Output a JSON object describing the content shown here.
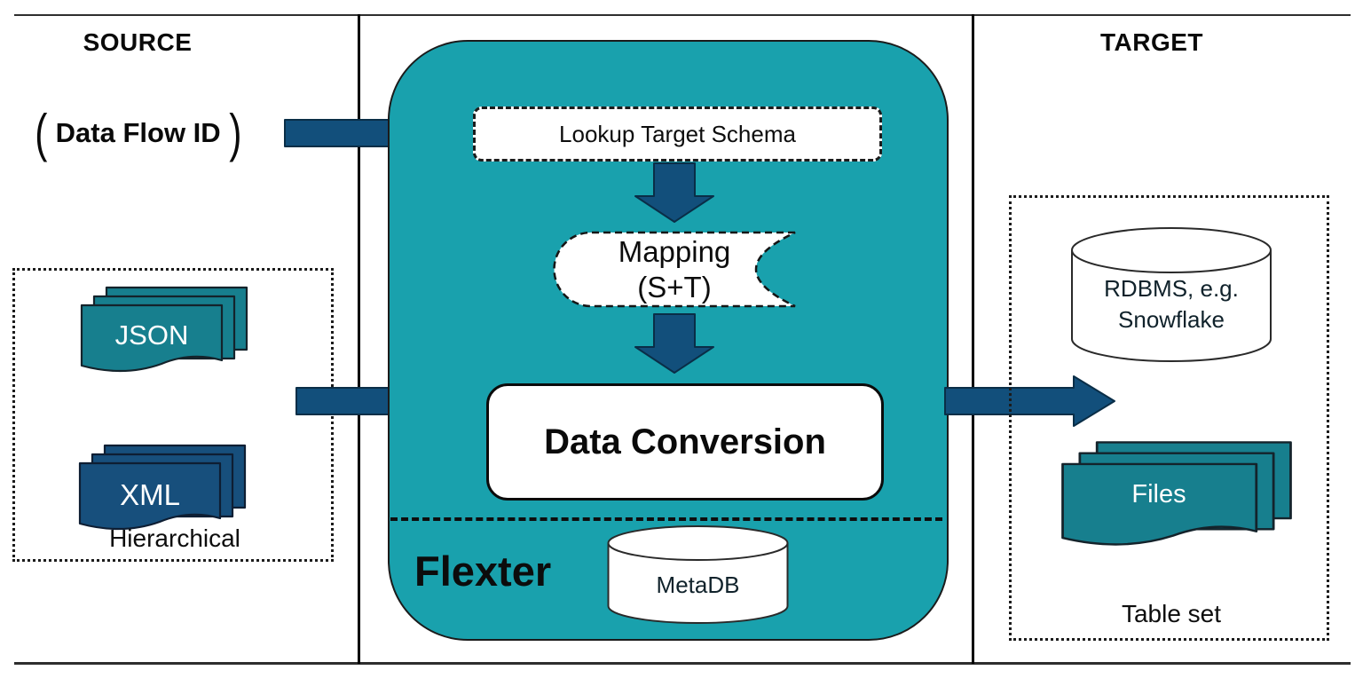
{
  "colors": {
    "teal_box": "#19A1AD",
    "doc_teal": "#177F8E",
    "doc_navy": "#174F7C",
    "arrow_fill": "#124F7B",
    "arrow_stroke": "#0A2E47",
    "shape_stroke": "#1A1A1A"
  },
  "source": {
    "title": "SOURCE",
    "bracket_left": "(",
    "bracket_right": ")",
    "data_flow_id": "Data Flow ID",
    "json_label": "JSON",
    "xml_label": "XML",
    "hierarchical_label": "Hierarchical"
  },
  "flexter": {
    "lookup_label": "Lookup Target Schema",
    "mapping_line1": "Mapping",
    "mapping_line2": "(S+T)",
    "conversion_label": "Data Conversion",
    "name": "Flexter",
    "metadb_label": "MetaDB"
  },
  "target": {
    "title": "TARGET",
    "rdbms_line1": "RDBMS, e.g.",
    "rdbms_line2": "Snowflake",
    "files_label": "Files",
    "tableset_label": "Table set"
  }
}
